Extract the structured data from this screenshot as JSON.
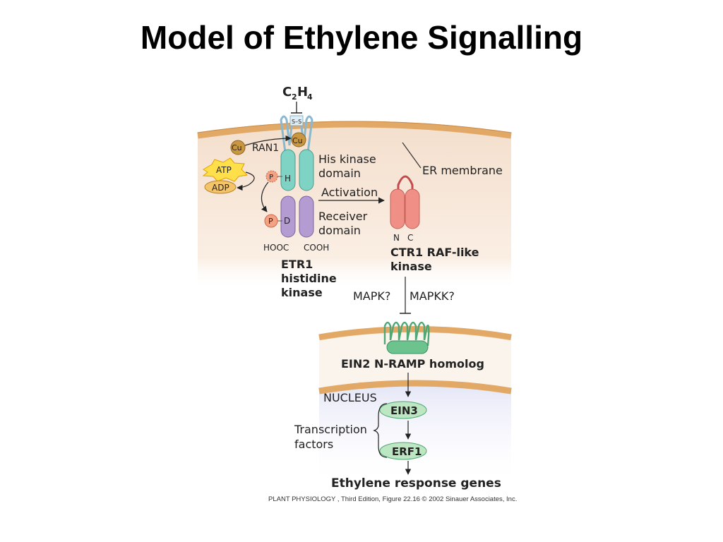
{
  "title": "Model of Ethylene Signalling",
  "colors": {
    "membrane": "#e2a866",
    "cytosol": "#f6e6d8",
    "nucleus": "#e6e8f7",
    "his_domain": "#7fd3c4",
    "receiver_domain": "#b49bd1",
    "ctr1": "#ef8f86",
    "ein2": "#6cc38e",
    "tf_oval": "#bde6c2",
    "atp": "#ffe04a",
    "adp": "#f4c46a",
    "phospho": "#f3a283",
    "copper": "#c99642"
  },
  "ligand": {
    "c": "C",
    "c_sub": "2",
    "h": "H",
    "h_sub": "4"
  },
  "disulfide": "S–S",
  "copper_label": "Cu",
  "ran1": "RAN1",
  "atp": "ATP",
  "adp": "ADP",
  "phosphate": "P",
  "histidine": "H",
  "aspartate": "D",
  "his_kinase_domain": {
    "line1": "His kinase",
    "line2": "domain"
  },
  "receiver_domain": {
    "line1": "Receiver",
    "line2": "domain"
  },
  "activation": "Activation",
  "er_membrane": "ER membrane",
  "termini": {
    "hooc": "HOOC",
    "cooh": "COOH",
    "n": "N",
    "c": "C"
  },
  "etr1": {
    "line1": "ETR1",
    "line2": "histidine",
    "line3": "kinase"
  },
  "ctr1": {
    "line1": "CTR1 RAF-like",
    "line2": "kinase"
  },
  "mapk": "MAPK?",
  "mapkk": "MAPKK?",
  "ein2": "EIN2 N-RAMP homolog",
  "nucleus": "NUCLEUS",
  "transcription_factors": {
    "line1": "Transcription",
    "line2": "factors"
  },
  "ein3": "EIN3",
  "erf1": "ERF1",
  "response_genes": "Ethylene response genes",
  "credit": "PLANT PHYSIOLOGY , Third Edition, Figure 22.16  © 2002 Sinauer Associates, Inc."
}
